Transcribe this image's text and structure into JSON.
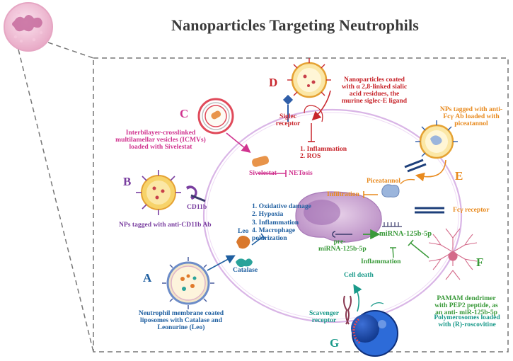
{
  "title": "Nanoparticles Targeting Neutrophils",
  "colors": {
    "A": "#1f5fa0",
    "B": "#7a3fa0",
    "C": "#d0338f",
    "D": "#c8262c",
    "E": "#e88a1e",
    "F": "#3a9a3a",
    "G": "#1a9a8a",
    "cell_outline": "#d9b5e6",
    "dashed_frame": "#666666"
  },
  "panels": {
    "A": {
      "letter": "A",
      "caption": [
        "Neutrophil membrane coated",
        "liposomes with Catalase and",
        "Leonurine (Leo)"
      ],
      "leo": "Leo",
      "catalase": "Catalase"
    },
    "B": {
      "letter": "B",
      "cd11b": "CD11b",
      "caption": "NPs tagged with anti-CD11b Ab"
    },
    "C": {
      "letter": "C",
      "caption": [
        "Interbilayer-crosslinked",
        "multilamellar vesicles (ICMVs)",
        "loaded with Sivelestat"
      ],
      "drug": "Sivelestat",
      "netosis": "NETosis"
    },
    "D": {
      "letter": "D",
      "caption": [
        "Nanoparticles coated",
        "with α 2,8-linked sialic",
        "acid residues, the",
        "murine siglec-E ligand"
      ],
      "receptor": [
        "Siglec",
        "receptor"
      ],
      "effects": [
        "1.  Inflammation",
        "2.  ROS"
      ]
    },
    "E": {
      "letter": "E",
      "caption": [
        "NPs tagged with anti-",
        "Fcγ Ab loaded with",
        "piceatannol"
      ],
      "drug": "Piceatannol",
      "infiltration": "Infiltration",
      "receptor": "Fcγ receptor"
    },
    "F": {
      "letter": "F",
      "caption": [
        "PAMAM dendrimer",
        "with PEP2 peptide, as",
        "an anti- miR-125b-5p"
      ],
      "mirna": "miRNA-125b-5p",
      "premirna": [
        "pre-",
        "miRNA-125b-5p"
      ],
      "inflammation": "Inflammation"
    },
    "G": {
      "letter": "G",
      "caption": [
        "Polymerosomes loaded",
        "with (R)-roscovitine"
      ],
      "receptor": [
        "Scavenger",
        "receptor"
      ],
      "death": "Cell death"
    }
  },
  "central_effects": [
    "1.  Oxidative damage",
    "2.  Hypoxia",
    "3.  Inflammation",
    "4.  Macrophage",
    "     polarization"
  ]
}
